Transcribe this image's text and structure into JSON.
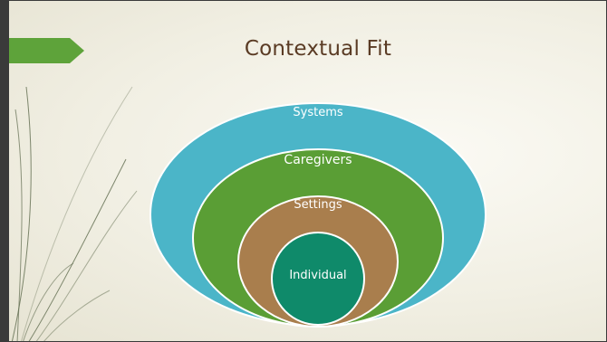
{
  "slide": {
    "title": "Contextual Fit"
  },
  "diagram": {
    "rings": [
      {
        "label": "Systems",
        "color": "#4bb5c8"
      },
      {
        "label": "Caregivers",
        "color": "#5a9e35"
      },
      {
        "label": "Settings",
        "color": "#a97e4d"
      },
      {
        "label": "Individual",
        "color": "#0f8a6a"
      }
    ],
    "stroke_color": "#ffffff",
    "accent_color": "#5ea33a",
    "title_color": "#5a3b24"
  }
}
